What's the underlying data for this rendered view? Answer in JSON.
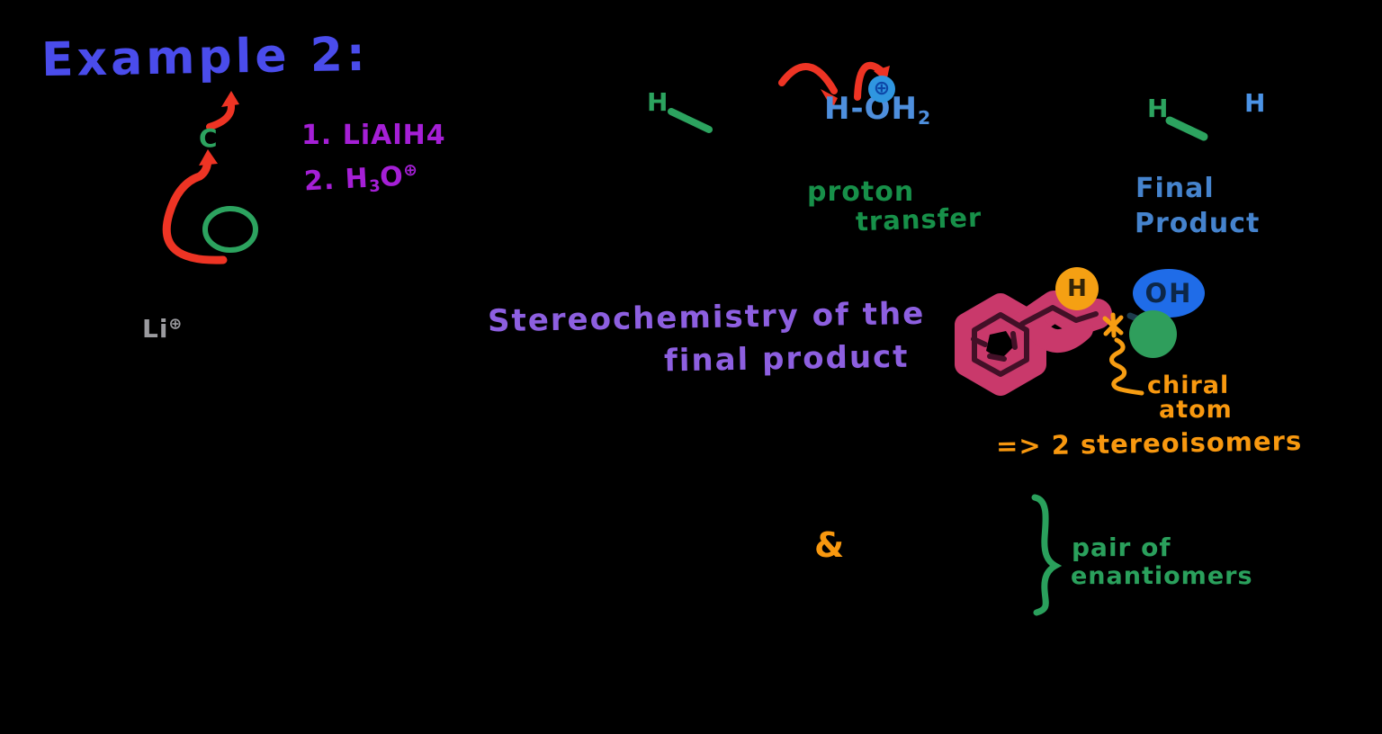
{
  "header": {
    "title": "Example 2:"
  },
  "reaction": {
    "carbon_label": "C",
    "lithium": {
      "symbol": "Li",
      "charge": "⊕"
    },
    "reagents": {
      "step1": "1. LiAlH4",
      "step2_prefix": "2. H",
      "step2_sub": "3",
      "step2_o": "O",
      "step2_charge": "⊕"
    }
  },
  "intermediate": {
    "h_label": "H"
  },
  "water": {
    "h": "H",
    "bond": "-",
    "oh": "OH",
    "sub": "2",
    "charge": "⊕",
    "caption_line1": "proton",
    "caption_line2": "transfer"
  },
  "product": {
    "h_green": "H",
    "h_blue": "H",
    "label_line1": "Final",
    "label_line2": "Product"
  },
  "stereo_heading": {
    "line1": "Stereochemistry of the",
    "line2": "final product"
  },
  "molecule": {
    "h": "H",
    "oh": "OH"
  },
  "chiral": {
    "line1": "chiral",
    "line2": "atom",
    "note": "=> 2 stereoisomers"
  },
  "pair": {
    "ampersand": "&",
    "line1": "pair of",
    "line2": "enantiomers"
  },
  "colors": {
    "background": "#000000",
    "title_blue": "#4a4ceb",
    "reagent_purple": "#a51fd6",
    "arrow_red": "#ee3424",
    "green": "#2ca35f",
    "caption_green": "#179049",
    "chem_blue": "#4e8fdd",
    "final_blue": "#4583cd",
    "stereo_purple": "#8d5fe0",
    "highlight_pink": "#c9396b",
    "highlight_orange": "#f5a013",
    "highlight_blue": "#1f6ce8",
    "highlight_green": "#2f9e5c",
    "lithium_gray": "#9b9b9f"
  }
}
